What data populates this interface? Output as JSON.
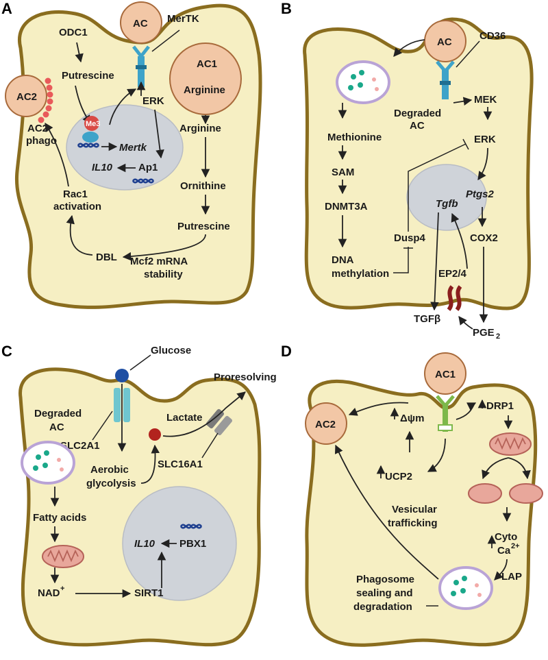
{
  "panels": {
    "A": {
      "letter": "A",
      "ac": "AC",
      "mertk": "MerTK",
      "ac1": "AC1",
      "arginine_in_ac1": "Arginine",
      "ac2": "AC2",
      "odc1": "ODC1",
      "putrescine_top": "Putrescine",
      "erk": "ERK",
      "arginine": "Arginine",
      "me3": "Me3",
      "mertk_gene": "Mertk",
      "ac2_phago_1": "AC2",
      "ac2_phago_2": "phago",
      "il10": "IL10",
      "ap1": "Ap1",
      "ornithine": "Ornithine",
      "rac1_1": "Rac1",
      "rac1_2": "activation",
      "putrescine_bottom": "Putrescine",
      "dbl": "DBL",
      "mcf2_1": "Mcf2 mRNA",
      "mcf2_2": "stability"
    },
    "B": {
      "letter": "B",
      "ac": "AC",
      "cd36": "CD36",
      "mek": "MEK",
      "degraded_1": "Degraded",
      "degraded_2": "AC",
      "erk": "ERK",
      "methionine": "Methionine",
      "sam": "SAM",
      "tgfb_gene": "Tgfb",
      "ptgs2": "Ptgs2",
      "dnmt3a": "DNMT3A",
      "dusp4": "Dusp4",
      "cox2": "COX2",
      "dna_1": "DNA",
      "dna_2": "methylation",
      "ep24": "EP2/4",
      "tgfb": "TGFβ",
      "pge2": "PGE",
      "pge2_sub": "2"
    },
    "C": {
      "letter": "C",
      "glucose": "Glucose",
      "proresolving": "Proresolving",
      "lactate": "Lactate",
      "degraded_1": "Degraded",
      "degraded_2": "AC",
      "slc2a1": "SLC2A1",
      "slc16a1": "SLC16A1",
      "aerobic_1": "Aerobic",
      "aerobic_2": "glycolysis",
      "fatty": "Fatty acids",
      "il10": "IL10",
      "pbx1": "PBX1",
      "nad": "NAD",
      "nad_sup": "+",
      "sirt1": "SIRT1"
    },
    "D": {
      "letter": "D",
      "ac1": "AC1",
      "ac2": "AC2",
      "dpsi": "Δψm",
      "drp1": "DRP1",
      "ucp2": "UCP2",
      "vesicular_1": "Vesicular",
      "vesicular_2": "trafficking",
      "cyto": "Cyto",
      "ca": "Ca",
      "ca_sup": "2+",
      "lap": "LAP",
      "phago_1": "Phagosome",
      "phago_2": "sealing and",
      "phago_3": "degradation"
    }
  },
  "colors": {
    "cytoplasm": "#f6efc3",
    "membrane": "#8a6d1f",
    "nucleus": "#cfd3d9",
    "apoptotic_cell": "#f2c7a6",
    "receptor_blue": "#3ea3c9",
    "receptor_green": "#7db84a",
    "receptor_red": "#8b1e1e",
    "glucose_blue": "#1f4fa3",
    "lactate_red": "#b2231e"
  },
  "icons": [
    "receptor-icon",
    "dna-icon",
    "nucleosome-icon",
    "phagosome-icon",
    "mitochondrion-icon",
    "transporter-icon"
  ]
}
